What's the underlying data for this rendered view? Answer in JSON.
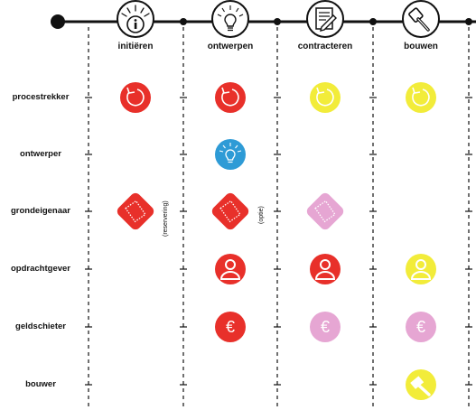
{
  "phases": [
    {
      "label": "initiëren",
      "icon": "info-bulb-icon"
    },
    {
      "label": "ontwerpen",
      "icon": "lightbulb-icon"
    },
    {
      "label": "contracteren",
      "icon": "contract-document-icon"
    },
    {
      "label": "bouwen",
      "icon": "hammer-icon"
    }
  ],
  "roles": [
    {
      "label": "procestrekker"
    },
    {
      "label": "ontwerper"
    },
    {
      "label": "grondeigenaar"
    },
    {
      "label": "opdrachtgever"
    },
    {
      "label": "geldschieter"
    },
    {
      "label": "bouwer"
    }
  ],
  "notes": {
    "reservering": "(reservering)",
    "optie": "(optie)"
  },
  "colors": {
    "red": "#e8302a",
    "yellow": "#f2ec3a",
    "blue": "#2e9bd6",
    "pink": "#e6a6d3",
    "line": "#111111"
  },
  "cells": [
    {
      "role": "procestrekker",
      "phase": "initiëren",
      "icon": "cycle-arrow-icon",
      "color": "red"
    },
    {
      "role": "procestrekker",
      "phase": "ontwerpen",
      "icon": "cycle-arrow-icon",
      "color": "red"
    },
    {
      "role": "procestrekker",
      "phase": "contracteren",
      "icon": "cycle-arrow-icon",
      "color": "yellow"
    },
    {
      "role": "procestrekker",
      "phase": "bouwen",
      "icon": "cycle-arrow-icon",
      "color": "yellow"
    },
    {
      "role": "ontwerper",
      "phase": "ontwerpen",
      "icon": "lightbulb-icon",
      "color": "blue"
    },
    {
      "role": "grondeigenaar",
      "phase": "initiëren",
      "icon": "land-plot-icon",
      "color": "red"
    },
    {
      "role": "grondeigenaar",
      "phase": "ontwerpen",
      "icon": "land-plot-icon",
      "color": "red"
    },
    {
      "role": "grondeigenaar",
      "phase": "contracteren",
      "icon": "land-plot-icon",
      "color": "pink"
    },
    {
      "role": "opdrachtgever",
      "phase": "ontwerpen",
      "icon": "person-icon",
      "color": "red"
    },
    {
      "role": "opdrachtgever",
      "phase": "contracteren",
      "icon": "person-icon",
      "color": "red"
    },
    {
      "role": "opdrachtgever",
      "phase": "bouwen",
      "icon": "person-icon",
      "color": "yellow"
    },
    {
      "role": "geldschieter",
      "phase": "ontwerpen",
      "icon": "euro-icon",
      "color": "red"
    },
    {
      "role": "geldschieter",
      "phase": "contracteren",
      "icon": "euro-icon",
      "color": "pink"
    },
    {
      "role": "geldschieter",
      "phase": "bouwen",
      "icon": "euro-icon",
      "color": "pink"
    },
    {
      "role": "bouwer",
      "phase": "bouwen",
      "icon": "hammer-icon",
      "color": "yellow"
    }
  ]
}
